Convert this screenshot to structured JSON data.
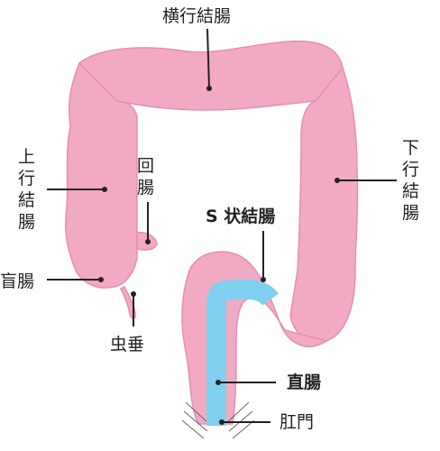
{
  "colors": {
    "colon_fill": "#F2A9C4",
    "colon_edge": "#E58FB0",
    "rectum_highlight": "#7FD0EE",
    "accent_label": "#1B8AC0",
    "text": "#222222"
  },
  "labels": {
    "transverse_colon": "横行結腸",
    "ascending_colon": [
      "上",
      "行",
      "結",
      "腸"
    ],
    "descending_colon": [
      "下",
      "行",
      "結",
      "腸"
    ],
    "ileum": [
      "回",
      "腸"
    ],
    "cecum": "盲腸",
    "appendix": "虫垂",
    "sigmoid_colon": "S 状結腸",
    "rectum": "直腸",
    "anus": "肛門"
  }
}
